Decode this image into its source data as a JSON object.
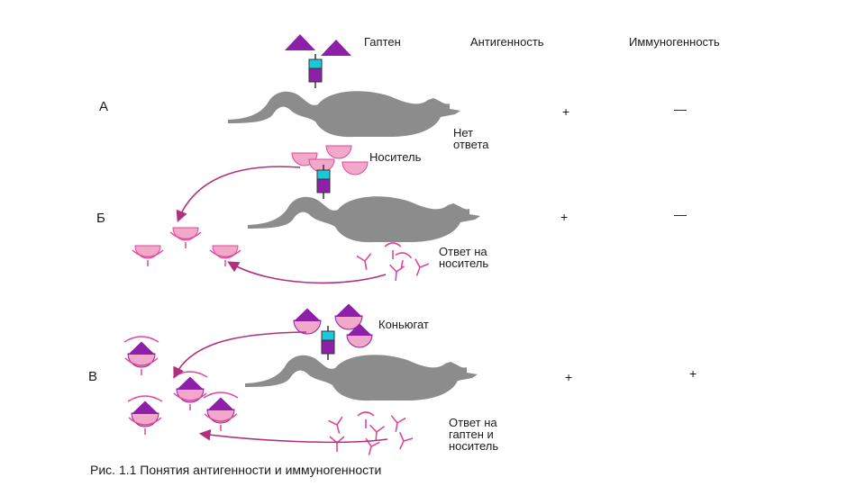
{
  "headers": {
    "hapten": "Гаптен",
    "antigenicity": "Антигенность",
    "immunogenicity": "Иммуногенность"
  },
  "rows": [
    {
      "letter": "А",
      "antigen_label": "",
      "response_label": "Нет\nответа",
      "antigenicity": "+",
      "immunogenicity": "—"
    },
    {
      "letter": "Б",
      "antigen_label": "Носитель",
      "response_label": "Ответ на\nноситель",
      "antigenicity": "+",
      "immunogenicity": "—"
    },
    {
      "letter": "В",
      "antigen_label": "Коньюгат",
      "response_label": "Ответ на\nгаптен и\nноситель",
      "antigenicity": "+",
      "immunogenicity": "+"
    }
  ],
  "caption": "Рис. 1.1 Понятия антигенности и иммуногенности",
  "colors": {
    "hapten": "#8e1fa8",
    "carrier": "#f2a8c8",
    "antibody": "#e0479a",
    "arrow": "#b0307e",
    "mouse": "#8c8c8c",
    "syringe_liquid": "#8e1fa8",
    "syringe_top": "#19c9d9"
  }
}
